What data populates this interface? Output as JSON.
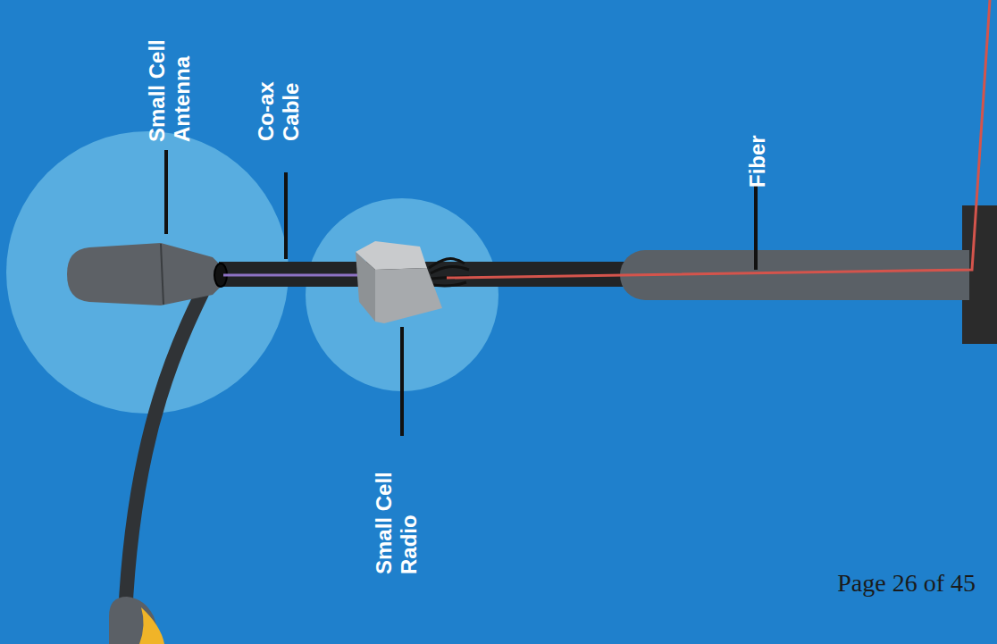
{
  "diagram": {
    "labels": [
      "Small Cell Antenna",
      "Co-ax Cable",
      "Fiber",
      "Small Cell Radio",
      "Page 26 of 45"
    ]
  }
}
